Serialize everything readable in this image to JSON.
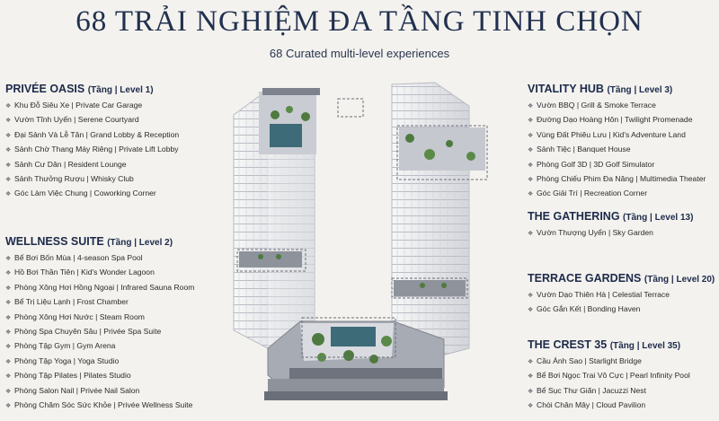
{
  "title": "68 TRẢI NGHIỆM ĐA TẦNG TINH CHỌN",
  "subtitle": "68 Curated multi-level experiences",
  "left_sections": [
    {
      "name": "PRIVÉE OASIS",
      "level": "(Tầng | Level 1)",
      "items": [
        "Khu Đỗ Siêu Xe | Private Car Garage",
        "Vườn Tĩnh Uyển | Serene Courtyard",
        "Đại Sảnh Và Lễ Tân | Grand Lobby & Reception",
        "Sảnh Chờ Thang Máy Riêng | Private Lift Lobby",
        "Sảnh Cư Dân | Resident Lounge",
        "Sảnh Thưởng Rượu | Whisky Club",
        "Góc Làm Việc Chung | Coworking Corner"
      ]
    },
    {
      "name": "WELLNESS SUITE",
      "level": "(Tầng | Level 2)",
      "items": [
        "Bể Bơi Bốn Mùa | 4-season Spa Pool",
        "Hồ Bơi Thần Tiên | Kid's Wonder Lagoon",
        "Phòng Xông Hơi Hồng Ngoại | Infrared Sauna Room",
        "Bể Trị Liệu Lạnh | Frost Chamber",
        "Phòng Xông Hơi Nước | Steam Room",
        "Phòng Spa Chuyên Sâu | Privée Spa Suite",
        "Phòng Tập Gym | Gym Arena",
        "Phòng Tập Yoga | Yoga Studio",
        "Phòng Tập Pilates | Pilates Studio",
        "Phòng Salon Nail | Privée Nail Salon",
        "Phòng Chăm Sóc Sức Khỏe | Privée Wellness Suite"
      ]
    }
  ],
  "right_sections": [
    {
      "name": "VITALITY HUB",
      "level": "(Tầng | Level 3)",
      "items": [
        "Vườn BBQ | Grill & Smoke Terrace",
        "Đường Dạo Hoàng Hôn | Twilight Promenade",
        "Vùng Đất Phiêu Lưu | Kid's Adventure Land",
        "Sảnh Tiệc | Banquet House",
        "Phòng Golf 3D | 3D Golf Simulator",
        "Phòng Chiếu Phim Đa Năng | Multimedia Theater",
        "Góc Giải Trí | Recreation Corner"
      ]
    },
    {
      "name": "THE GATHERING",
      "level": "(Tầng | Level 13)",
      "items": [
        "Vườn Thượng Uyển | Sky Garden"
      ]
    },
    {
      "name": "TERRACE GARDENS",
      "level": "(Tầng | Level 20)",
      "items": [
        "Vườn Dạo Thiên Hà | Celestial Terrace",
        "Góc Gắn Kết | Bonding Haven"
      ]
    },
    {
      "name": "THE CREST 35",
      "level": "(Tầng | Level 35)",
      "items": [
        "Cầu Ánh Sao | Starlight Bridge",
        "Bể Bơi Ngọc Trai Vô Cực | Pearl Infinity Pool",
        "Bể Sục Thư Giãn | Jacuzzi Nest",
        "Chòi Chân Mây | Cloud Pavilion"
      ]
    }
  ],
  "colors": {
    "background": "#f3f2ee",
    "heading": "#1d2a4a",
    "text": "#2b2b2b",
    "tower": "#e2e3e6",
    "greenery": "#4f7a3f"
  }
}
